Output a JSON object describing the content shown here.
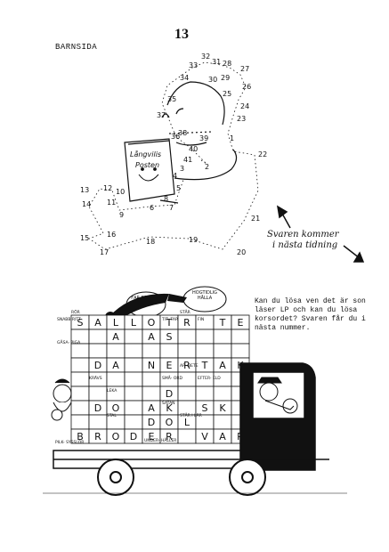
{
  "page": {
    "number": "13",
    "section": "BARNSIDA"
  },
  "dots": {
    "book_title_line1": "Långvilis",
    "book_title_line2": "Posten",
    "labels": [
      "1",
      "2",
      "3",
      "4",
      "5",
      "6",
      "7",
      "8",
      "9",
      "10",
      "11",
      "12",
      "13",
      "14",
      "15",
      "16",
      "17",
      "18",
      "19",
      "20",
      "21",
      "22",
      "23",
      "24",
      "25",
      "26",
      "27",
      "28",
      "29",
      "30",
      "31",
      "32",
      "33",
      "34",
      "35",
      "36",
      "37",
      "38",
      "39",
      "40",
      "41"
    ]
  },
  "answer_note": {
    "line1": "Svaren kommer",
    "line2": "i nästa tidning"
  },
  "question": "Kan du lösa ven det är son läser LP och kan du lösa korsordet? Svaren får du i nästa nummer.",
  "crossword": {
    "bubble_left": "FÅR BEREDDE NOGA",
    "bubble_right": "HÖGTIDLIG HÅLLA",
    "clues": [
      "SNABB RITT",
      "GÅSA- PIGA",
      "TIT- TAR",
      "STÅR",
      "RÖR",
      "FIN",
      "SMÅ- ORD",
      "AR- BETE",
      "EFTER- ELD",
      "KRÄVS",
      "LEKA",
      "SATAN",
      "STÅR I LÄR",
      "PILK- SYSSLOR",
      "UNDER- HÅLLER",
      "STAL"
    ],
    "grid_letters": [
      [
        "S",
        "A",
        "L",
        "L",
        "O",
        "T",
        "R",
        "",
        "T",
        "E"
      ],
      [
        "",
        "",
        "A",
        "",
        "A",
        "S",
        "",
        "",
        "",
        ""
      ],
      [
        "",
        "",
        "",
        "",
        "",
        "",
        "",
        "",
        "",
        ""
      ],
      [
        "",
        "D",
        "A",
        "",
        "N",
        "E",
        "R",
        "T",
        "A",
        "K"
      ],
      [
        "",
        "",
        "",
        "",
        "",
        "",
        "",
        "",
        "",
        ""
      ],
      [
        "",
        "",
        "",
        "",
        "",
        "D",
        "",
        "",
        "",
        ""
      ],
      [
        "",
        "D",
        "O",
        "",
        "A",
        "K",
        "",
        "S",
        "K",
        ""
      ],
      [
        "",
        "",
        "",
        "",
        "D",
        "O",
        "L",
        "",
        "",
        ""
      ],
      [
        "B",
        "R",
        "O",
        "D",
        "E",
        "R",
        "",
        "V",
        "A",
        "R"
      ]
    ]
  }
}
